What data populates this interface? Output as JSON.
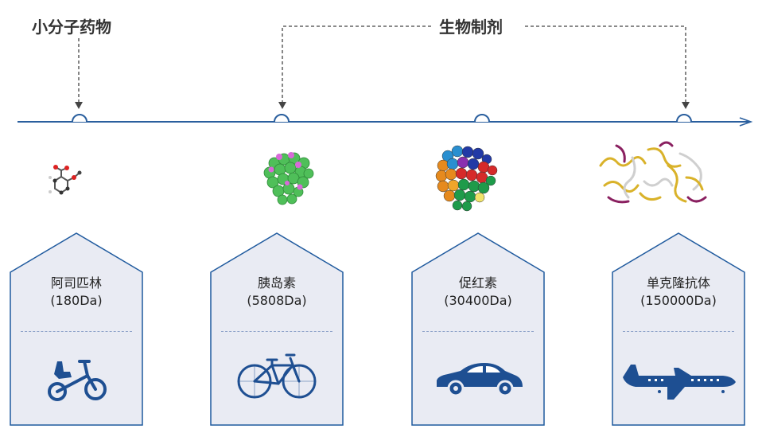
{
  "headings": {
    "small_molecule": "小分子药物",
    "biologics": "生物制剂"
  },
  "colors": {
    "timeline": "#2a5f9e",
    "card_fill": "#e9ebf3",
    "card_border": "#1f5a9e",
    "vehicle": "#1e4f92"
  },
  "items": [
    {
      "name": "阿司匹林",
      "mass": "(180Da)",
      "molecule": "aspirin-molecule",
      "vehicle": "balance-bike-icon"
    },
    {
      "name": "胰岛素",
      "mass": "(5808Da)",
      "molecule": "insulin-protein",
      "vehicle": "bicycle-icon"
    },
    {
      "name": "促红素",
      "mass": "(30400Da)",
      "molecule": "erythropoietin-protein",
      "vehicle": "car-icon"
    },
    {
      "name": "单克隆抗体",
      "mass": "(150000Da)",
      "molecule": "antibody-protein",
      "vehicle": "airplane-icon"
    }
  ]
}
